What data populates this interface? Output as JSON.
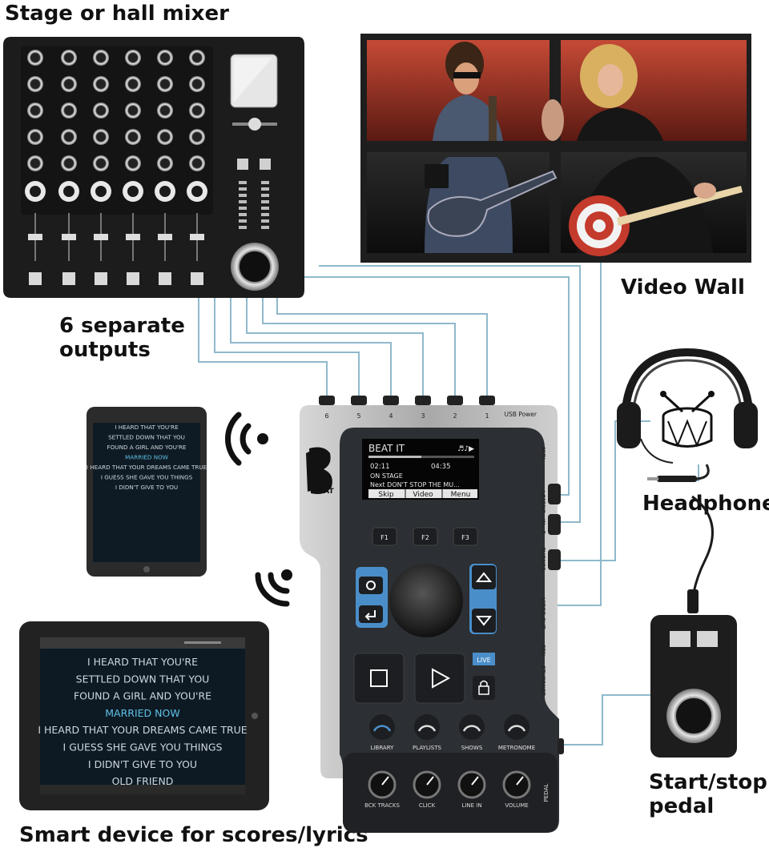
{
  "labels": {
    "mixer": "Stage or hall mixer",
    "outputs": "6 separate\noutputs",
    "video_wall": "Video Wall",
    "headphone": "Headphone",
    "pedal": "Start/stop\npedal",
    "smart_device": "Smart device for scores/lyrics"
  },
  "device": {
    "brand": "BEAT",
    "usb": "USB Power",
    "outputs": [
      "6",
      "5",
      "4",
      "3",
      "2",
      "1"
    ],
    "side_ports": [
      "MIDI",
      "L/MONO - IN - R",
      "PHONES",
      "VIDEO OUT",
      "PEN",
      "ETHERNET"
    ],
    "pedal_port": "PEDAL",
    "screen": {
      "song": "BEAT IT",
      "elapsed": "02:11",
      "total": "04:35",
      "status": "ON STAGE",
      "next": "Next DON'T STOP THE MU...",
      "softkeys": [
        "Skip",
        "Video",
        "Menu"
      ]
    },
    "fkeys": [
      "F1",
      "F2",
      "F3"
    ],
    "live": "LIVE",
    "buttons": [
      "LIBRARY",
      "PLAYLISTS",
      "SHOWS",
      "METRONOME"
    ],
    "knobs": [
      "BCK TRACKS",
      "CLICK",
      "LINE IN",
      "VOLUME"
    ]
  },
  "ipad_portrait_lyrics": [
    "I HEARD THAT YOU'RE",
    "SETTLED DOWN THAT YOU",
    "FOUND A GIRL AND YOU'RE",
    "MARRIED NOW",
    "I HEARD THAT YOUR DREAMS CAME TRUE",
    "I GUESS SHE GAVE YOU THINGS",
    "I DIDN'T GIVE TO YOU"
  ],
  "ipad_landscape_lyrics": [
    "I HEARD THAT YOU'RE",
    "SETTLED DOWN THAT YOU",
    "FOUND A GIRL AND YOU'RE",
    "MARRIED NOW",
    "I HEARD THAT YOUR DREAMS CAME TRUE",
    "I GUESS SHE GAVE YOU THINGS",
    "I DIDN'T GIVE TO YOU",
    "OLD FRIEND"
  ],
  "colors": {
    "cable": "#8fb9cc",
    "accent_blue": "#4a8ec9",
    "device_dark": "#2c2f33",
    "lyric_highlight": "#5fc1e8"
  }
}
